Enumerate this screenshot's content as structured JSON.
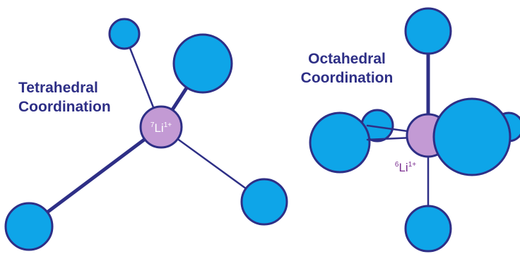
{
  "tetrahedral": {
    "title_line1": "Tetrahedral",
    "title_line2": "Coordination",
    "ion": {
      "mass_number": "7",
      "symbol": "Li",
      "charge": "1+"
    }
  },
  "octahedral": {
    "title_line1": "Octahedral",
    "title_line2": "Coordination",
    "ion": {
      "mass_number": "6",
      "symbol": "Li",
      "charge": "1+"
    }
  },
  "colors": {
    "outline": "#2e2f86",
    "ligand_fill": "#0ea5e8",
    "center_fill": "#c39ad4",
    "ion_label_light": "#ffffff",
    "ion_label_dark": "#7b2f90"
  }
}
